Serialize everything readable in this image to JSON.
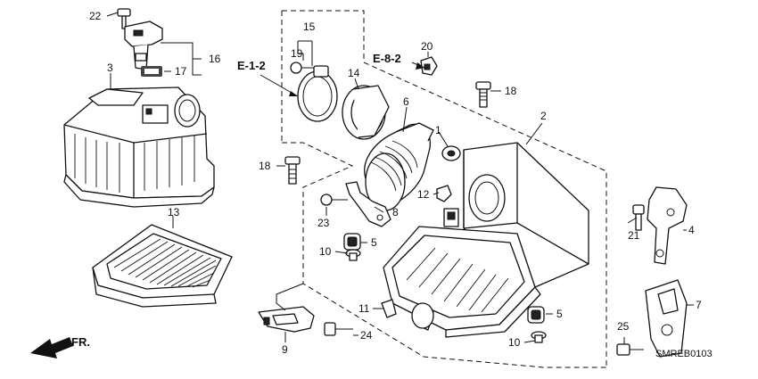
{
  "diagram": {
    "part_numbers": [
      "1",
      "2",
      "3",
      "4",
      "5",
      "5",
      "6",
      "7",
      "8",
      "9",
      "10",
      "10",
      "11",
      "12",
      "13",
      "14",
      "15",
      "16",
      "17",
      "18",
      "18",
      "19",
      "20",
      "21",
      "22",
      "23",
      "24",
      "25"
    ],
    "references": [
      "E-1-2",
      "E-8-2"
    ],
    "direction_label": "FR.",
    "diagram_code": "SMREB0103"
  }
}
